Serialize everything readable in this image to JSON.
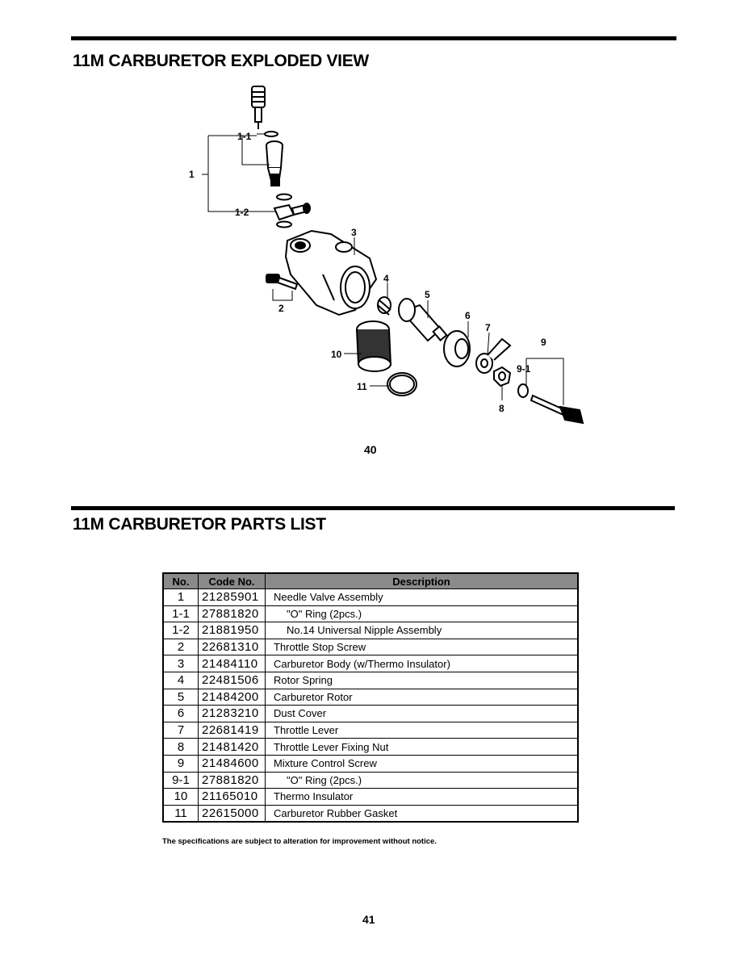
{
  "exploded_view": {
    "title": "11M CARBURETOR EXPLODED VIEW",
    "callouts": {
      "c1": "1",
      "c1_1": "1-1",
      "c1_2": "1-2",
      "c2": "2",
      "c3": "3",
      "c4": "4",
      "c5": "5",
      "c6": "6",
      "c7": "7",
      "c8": "8",
      "c9": "9",
      "c9_1": "9-1",
      "c10": "10",
      "c11": "11"
    },
    "page_number": "40"
  },
  "parts_list": {
    "title": "11M CARBURETOR PARTS LIST",
    "headers": {
      "no": "No.",
      "code": "Code No.",
      "description": "Description"
    },
    "rows": [
      {
        "no": "1",
        "code": "21285901",
        "description": "Needle Valve Assembly"
      },
      {
        "no": "1-1",
        "code": "27881820",
        "description": "\"O\" Ring (2pcs.)"
      },
      {
        "no": "1-2",
        "code": "21881950",
        "description": "No.14 Universal Nipple Assembly"
      },
      {
        "no": "2",
        "code": "22681310",
        "description": "Throttle Stop Screw"
      },
      {
        "no": "3",
        "code": "21484110",
        "description": "Carburetor Body (w/Thermo Insulator)"
      },
      {
        "no": "4",
        "code": "22481506",
        "description": "Rotor Spring"
      },
      {
        "no": "5",
        "code": "21484200",
        "description": "Carburetor Rotor"
      },
      {
        "no": "6",
        "code": "21283210",
        "description": "Dust Cover"
      },
      {
        "no": "7",
        "code": "22681419",
        "description": "Throttle Lever"
      },
      {
        "no": "8",
        "code": "21481420",
        "description": "Throttle Lever Fixing Nut"
      },
      {
        "no": "9",
        "code": "21484600",
        "description": "Mixture Control Screw"
      },
      {
        "no": "9-1",
        "code": "27881820",
        "description": "\"O\" Ring (2pcs.)"
      },
      {
        "no": "10",
        "code": "21165010",
        "description": "Thermo Insulator"
      },
      {
        "no": "11",
        "code": "22615000",
        "description": "Carburetor Rubber Gasket"
      }
    ],
    "footnote": "The specifications are subject to alteration for improvement without notice.",
    "page_number": "41"
  }
}
